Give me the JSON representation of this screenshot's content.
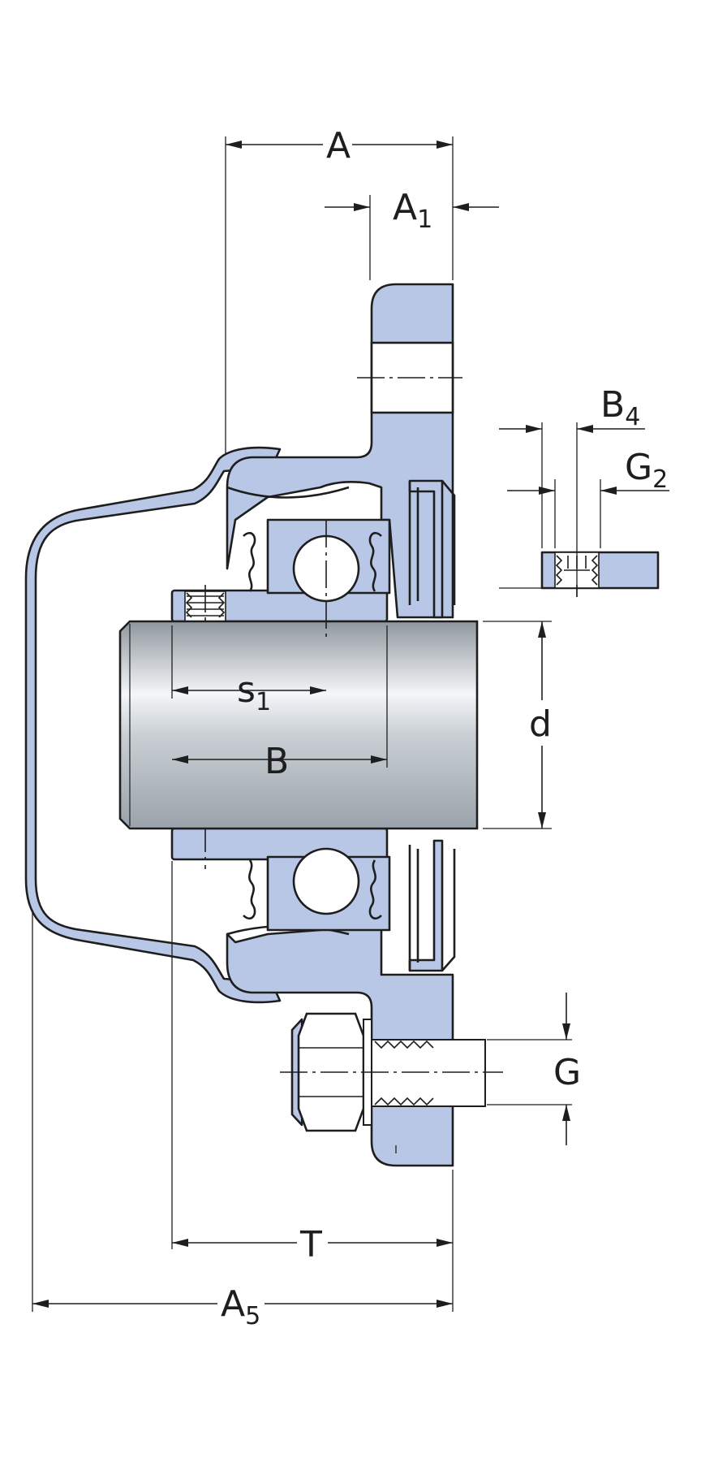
{
  "colors": {
    "housing": "#b8c7e6",
    "outline": "#1e1e1e",
    "shaft_light": "#f4f6f8",
    "shaft_dark": "#9aa3ab"
  },
  "labels": {
    "A": {
      "main": "A",
      "sub": ""
    },
    "A1": {
      "main": "A",
      "sub": "1"
    },
    "B4": {
      "main": "B",
      "sub": "4"
    },
    "G2": {
      "main": "G",
      "sub": "2"
    },
    "s1": {
      "main": "s",
      "sub": "1"
    },
    "B": {
      "main": "B",
      "sub": ""
    },
    "d": {
      "main": "d",
      "sub": ""
    },
    "G": {
      "main": "G",
      "sub": ""
    },
    "T": {
      "main": "T",
      "sub": ""
    },
    "A5": {
      "main": "A",
      "sub": "5"
    }
  }
}
